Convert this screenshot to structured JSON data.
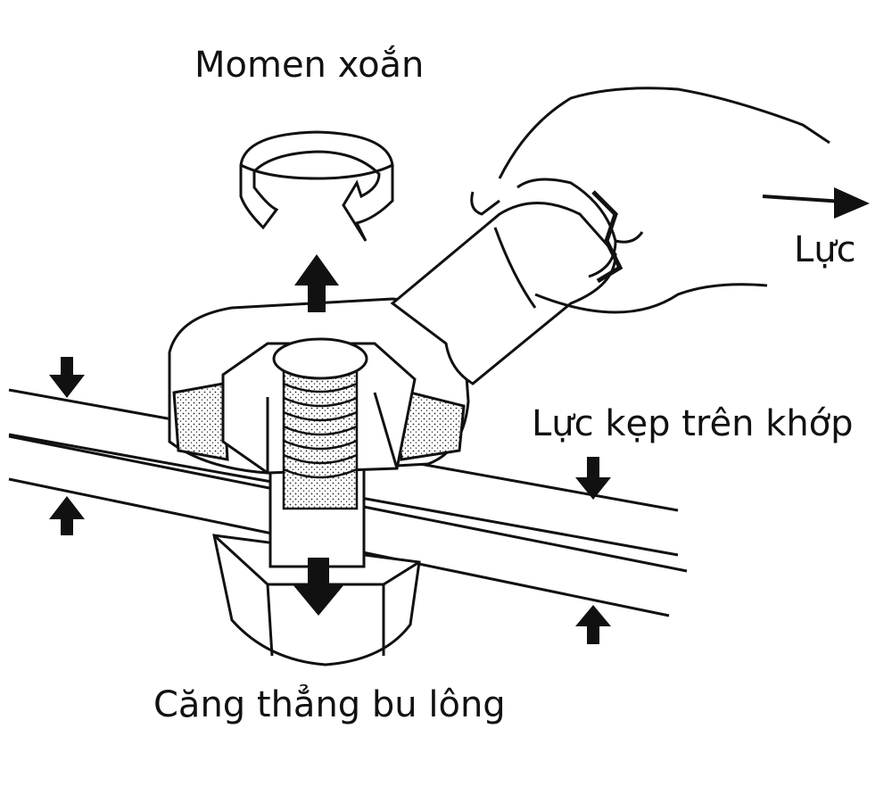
{
  "labels": {
    "torque": "Momen xoắn",
    "force": "Lực",
    "clamp": "Lực kẹp trên khớp",
    "tension": "Căng thẳng bu lông"
  },
  "icons": {
    "torque_arrow": "rotation-arrow-icon",
    "force_arrow": "right-arrow-icon",
    "clamp_arrows": "compression-arrow-icon",
    "tension_arrow": "down-arrow-icon",
    "upward_arrow": "up-arrow-icon"
  },
  "colors": {
    "ink": "#111111",
    "paper": "#ffffff"
  }
}
